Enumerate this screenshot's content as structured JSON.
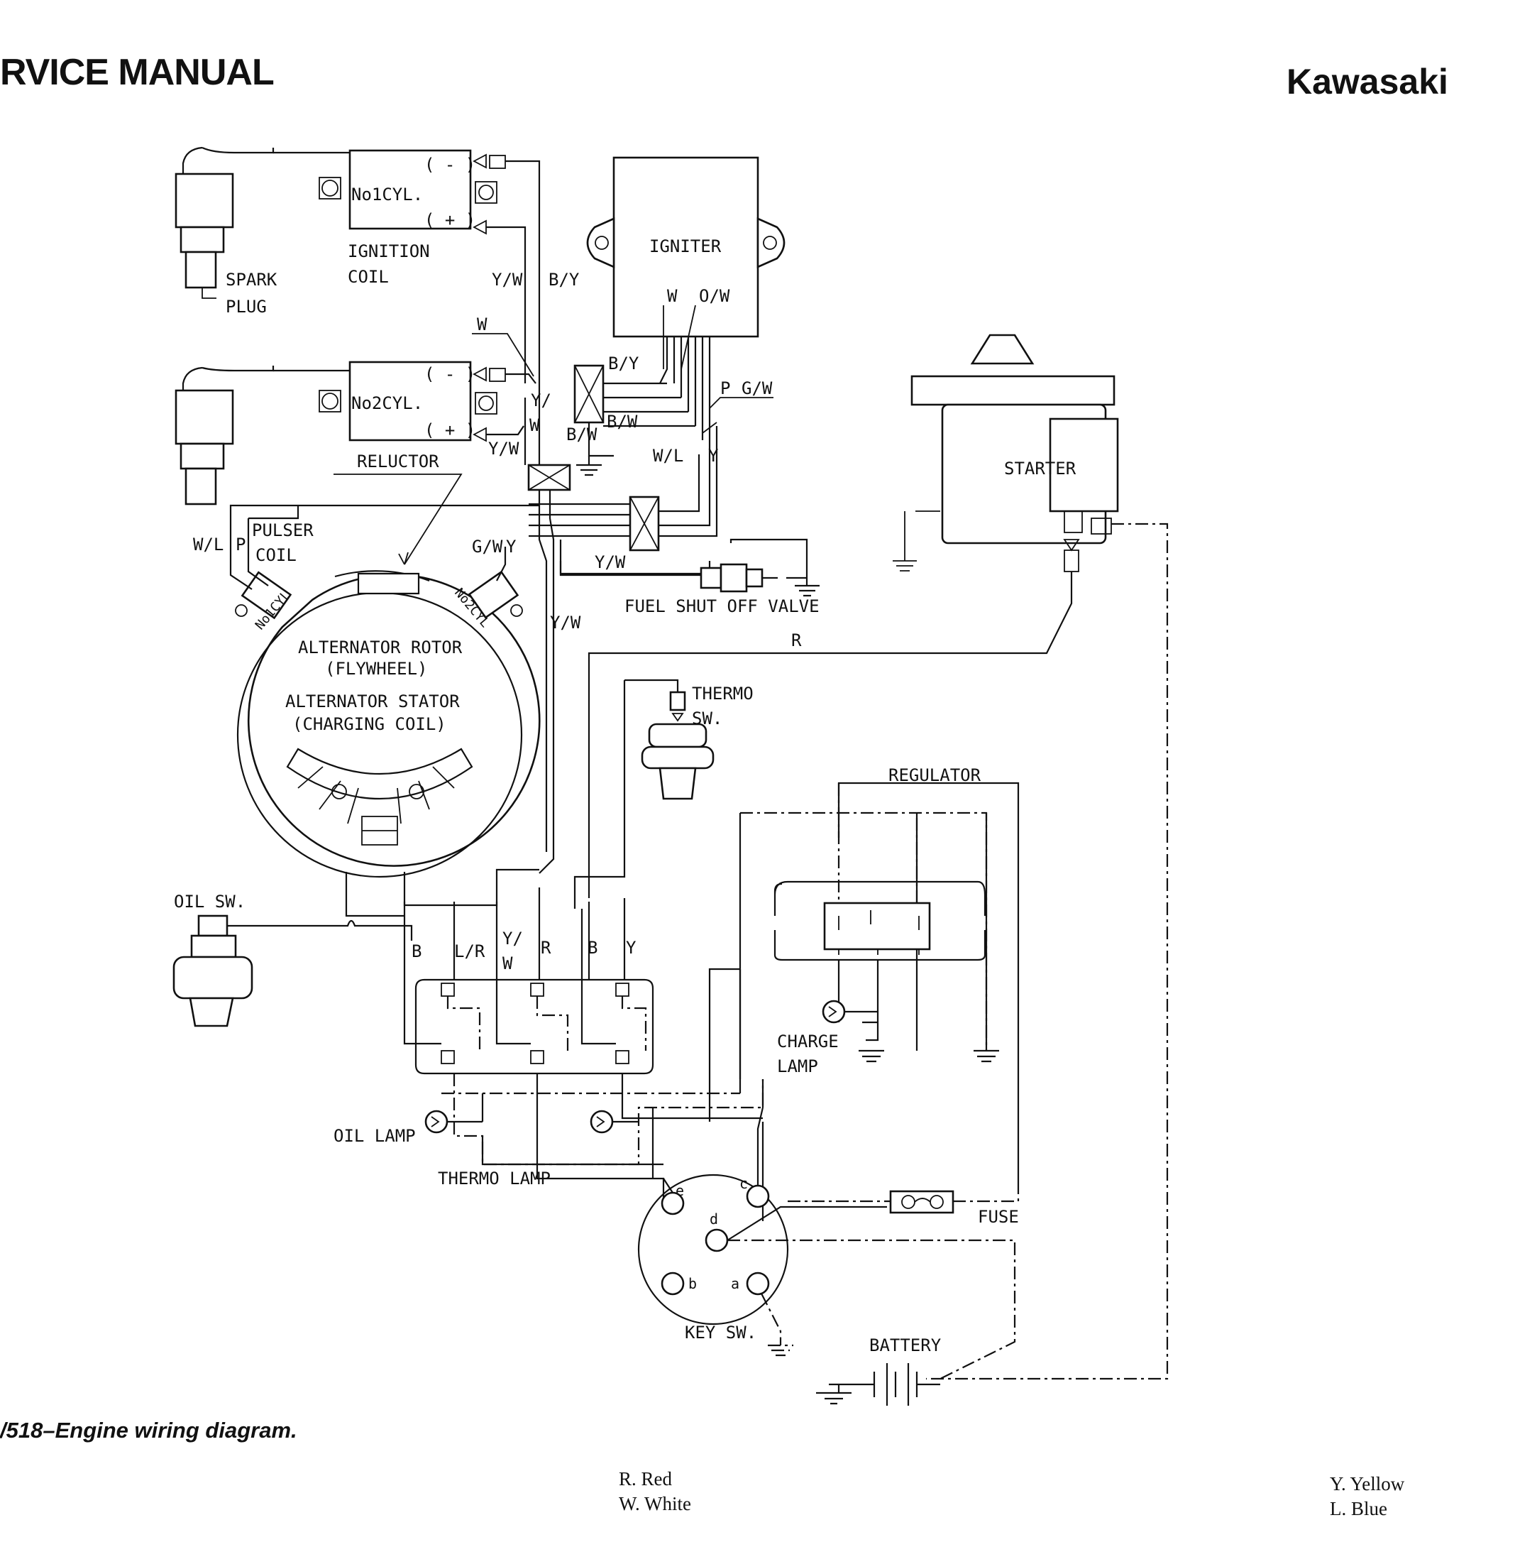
{
  "header": {
    "left_title": "RVICE MANUAL",
    "right_brand": "Kawasaki"
  },
  "caption": "/518–Engine wiring diagram.",
  "legend": {
    "mid": [
      "R. Red",
      "W. White"
    ],
    "right": [
      "Y. Yellow",
      "L. Blue"
    ]
  },
  "labels": {
    "no1cyl": "No1CYL.",
    "no2cyl": "No2CYL.",
    "minus": "( - )",
    "plus": "( + )",
    "ignition_coil_1": "IGNITION",
    "ignition_coil_2": "COIL",
    "spark_plug_1": "SPARK",
    "spark_plug_2": "PLUG",
    "igniter": "IGNITER",
    "reluctor": "RELUCTOR",
    "pulser_coil_1": "PULSER",
    "pulser_coil_2": "COIL",
    "pulser_no1": "No1CYL",
    "pulser_no2": "No2CYL",
    "rotor_1": "ALTERNATOR ROTOR",
    "rotor_2": "(FLYWHEEL)",
    "stator_1": "ALTERNATOR STATOR",
    "stator_2": "(CHARGING COIL)",
    "starter": "STARTER",
    "fuel_valve": "FUEL SHUT OFF VALVE",
    "thermo_sw_1": "THERMO",
    "thermo_sw_2": "SW.",
    "regulator": "REGULATOR",
    "charge_lamp_1": "CHARGE",
    "charge_lamp_2": "LAMP",
    "oil_sw": "OIL SW.",
    "oil_lamp": "OIL LAMP",
    "thermo_lamp": "THERMO LAMP",
    "key_sw": "KEY SW.",
    "fuse": "FUSE",
    "battery": "BATTERY",
    "term_a": "a",
    "term_b": "b",
    "term_c": "c",
    "term_d": "d",
    "term_e": "e"
  },
  "wire_codes": {
    "yw": "Y/W",
    "by": "B/Y",
    "w": "W",
    "ow": "O/W",
    "bw": "B/W",
    "p": "P",
    "gw": "G/W",
    "wl": "W/L",
    "y": "Y",
    "y_slash": "Y/",
    "r": "R",
    "b": "B",
    "lr": "L/R",
    "l_p": "W/L",
    "p2": "P"
  }
}
